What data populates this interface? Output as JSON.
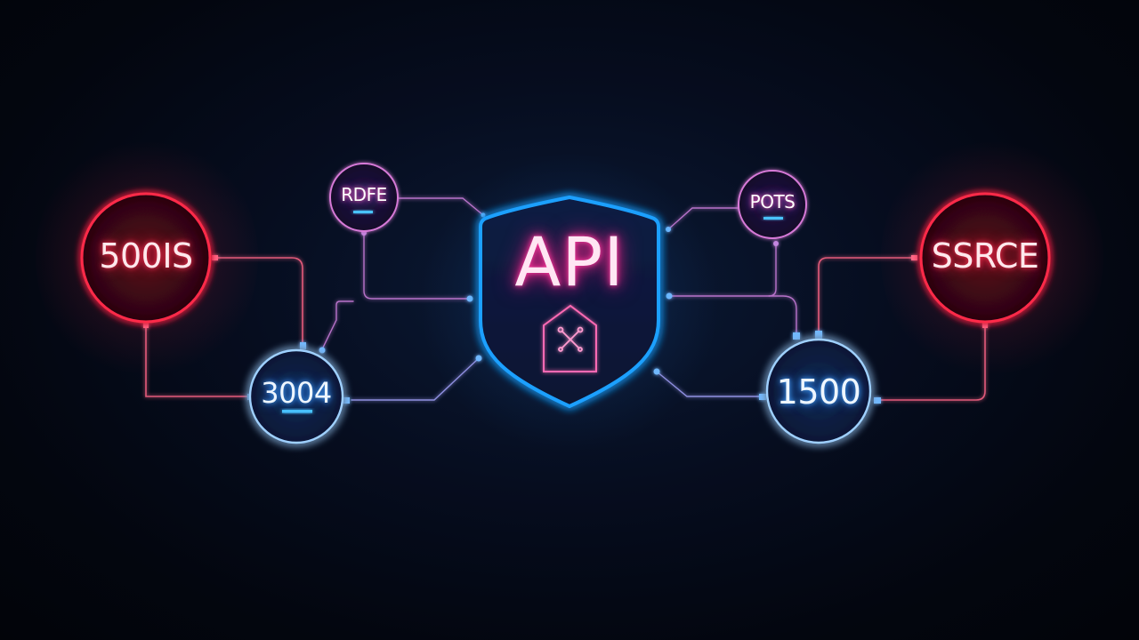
{
  "diagram": {
    "center": {
      "label": "API",
      "shape": "shield",
      "icon": "wrench-screwdriver-icon",
      "color": "#1ea0ff",
      "text_color": "#ff3ca0"
    },
    "nodes": [
      {
        "id": "500IS",
        "label": "500IS",
        "type": "large",
        "color": "#ff2a4a"
      },
      {
        "id": "RDFE",
        "label": "RDFE",
        "type": "small",
        "color": "#d77ad8"
      },
      {
        "id": "3004",
        "label": "3004",
        "type": "medium",
        "color": "#6fb8ff"
      },
      {
        "id": "POTS",
        "label": "POTS",
        "type": "small",
        "color": "#d77ad8"
      },
      {
        "id": "1500",
        "label": "1500",
        "type": "medium",
        "color": "#6fb8ff"
      },
      {
        "id": "SSRCE",
        "label": "SSRCE",
        "type": "large",
        "color": "#ff2a4a"
      }
    ],
    "connections": [
      {
        "from": "500IS",
        "to": "3004"
      },
      {
        "from": "500IS",
        "to": "3004",
        "route": "bottom"
      },
      {
        "from": "RDFE",
        "to": "API"
      },
      {
        "from": "RDFE",
        "to": "API",
        "route": "down"
      },
      {
        "from": "API",
        "to": "3004"
      },
      {
        "from": "3004",
        "to": "API"
      },
      {
        "from": "API",
        "to": "POTS"
      },
      {
        "from": "POTS",
        "to": "1500"
      },
      {
        "from": "API",
        "to": "1500"
      },
      {
        "from": "SSRCE",
        "to": "1500"
      },
      {
        "from": "SSRCE",
        "to": "1500",
        "route": "bottom"
      }
    ]
  }
}
